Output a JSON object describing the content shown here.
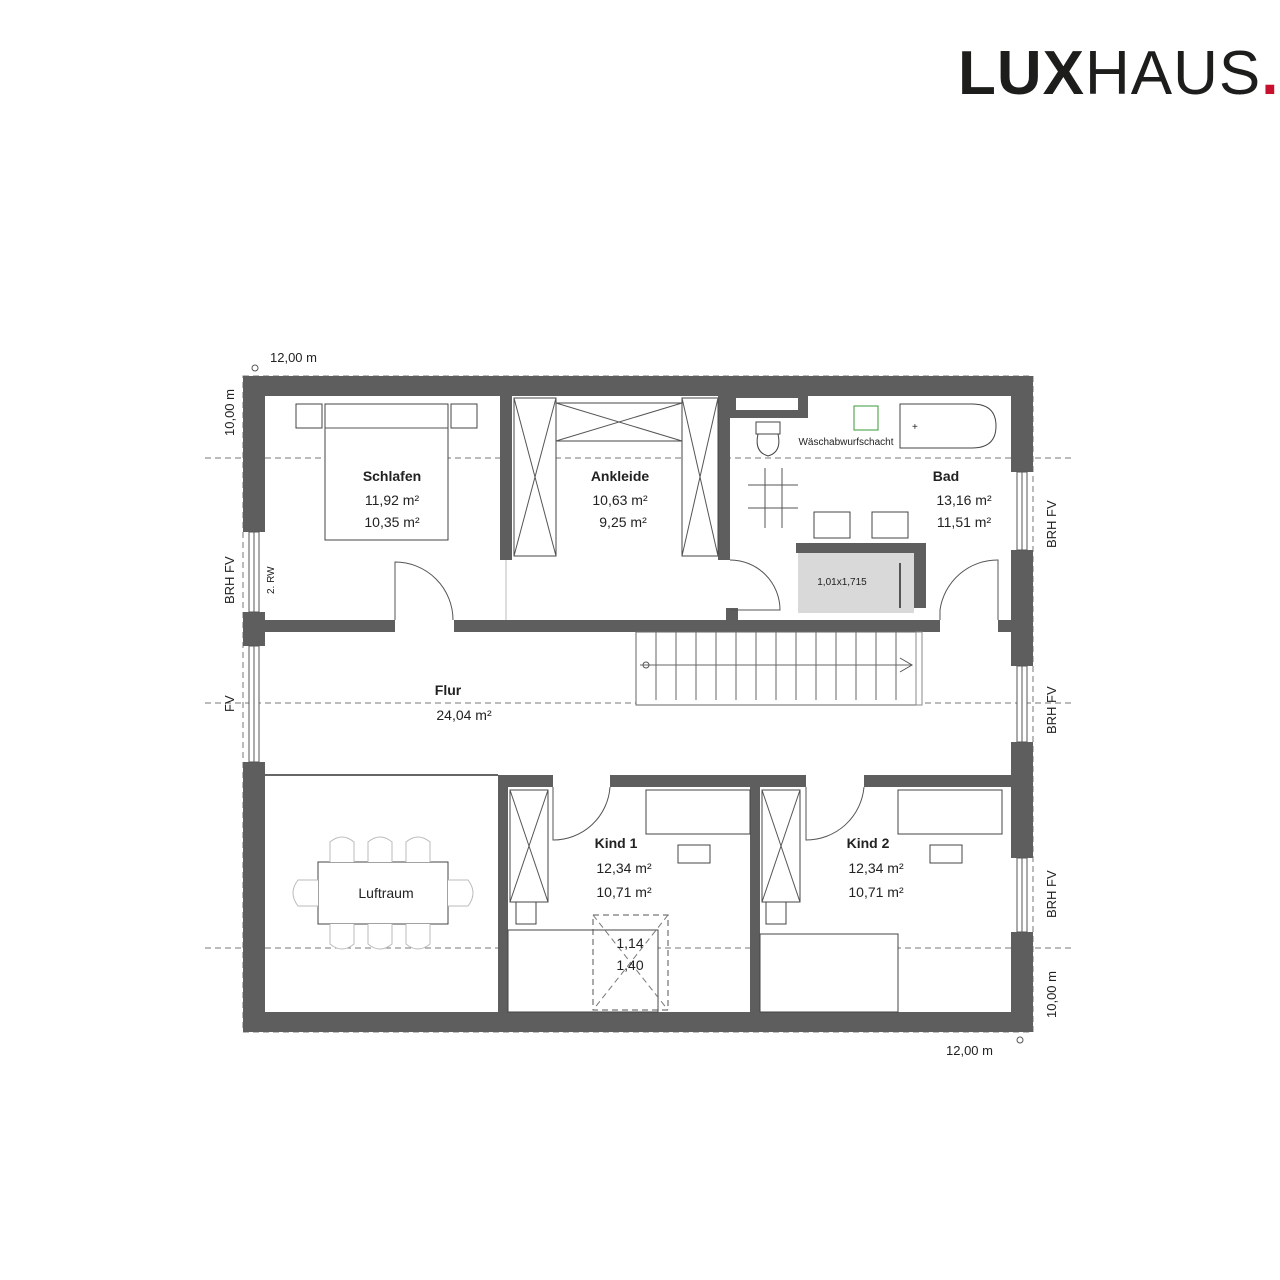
{
  "brand": {
    "lux": "LUX",
    "haus": "HAUS",
    "dot": "."
  },
  "colors": {
    "wall": "#5e5e5e",
    "brand_red": "#c8102e",
    "shower": "#d9d9d9"
  },
  "dimensions": {
    "top_width": "12,00 m",
    "left_depth": "10,00 m",
    "bottom_width": "12,00 m",
    "right_depth": "10,00 m"
  },
  "window_labels": {
    "left_upper": "BRH FV",
    "left_rw": "2. RW",
    "left_lower": "FV",
    "right_1": "BRH FV",
    "right_2": "BRH FV",
    "right_3": "BRH FV"
  },
  "rooms": {
    "schlafen": {
      "name": "Schlafen",
      "area1": "11,92 m²",
      "area2": "10,35 m²"
    },
    "ankleide": {
      "name": "Ankleide",
      "area1": "10,63 m²",
      "area2": "9,25 m²"
    },
    "bad": {
      "name": "Bad",
      "area1": "13,16 m²",
      "area2": "11,51 m²"
    },
    "flur": {
      "name": "Flur",
      "area1": "24,04 m²"
    },
    "luftraum": {
      "name": "Luftraum"
    },
    "kind1": {
      "name": "Kind 1",
      "area1": "12,34 m²",
      "area2": "10,71 m²"
    },
    "kind2": {
      "name": "Kind 2",
      "area1": "12,34 m²",
      "area2": "10,71 m²"
    }
  },
  "annotations": {
    "laundry_chute": "Wäschabwurfschacht",
    "shower_size": "1,01x1,715",
    "skylight_w": "1,14",
    "skylight_h": "1,40"
  }
}
